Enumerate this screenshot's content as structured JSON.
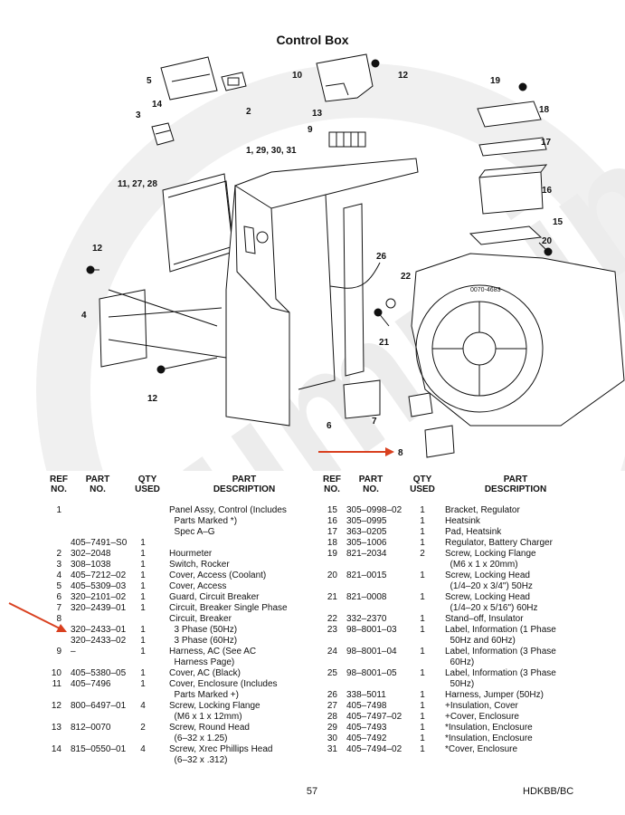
{
  "title": "Control Box",
  "diagram": {
    "callouts": [
      "5",
      "2",
      "3",
      "14",
      "10",
      "12",
      "13",
      "9",
      "1, 29, 30, 31",
      "11, 27, 28",
      "19",
      "18",
      "17",
      "16",
      "15",
      "20",
      "12",
      "4",
      "26",
      "22",
      "21",
      "12",
      "6",
      "7",
      "8"
    ],
    "engine_text": "0070-4683",
    "watermark": "Cummins"
  },
  "table": {
    "headers": {
      "ref": [
        "REF",
        "NO."
      ],
      "part": [
        "PART",
        "NO."
      ],
      "qty": [
        "QTY",
        "USED"
      ],
      "desc": [
        "PART",
        "DESCRIPTION"
      ]
    },
    "left_rows": [
      {
        "ref": "1",
        "part": "",
        "qty": "",
        "desc": [
          "Panel Assy, Control (Includes",
          "  Parts Marked *)"
        ]
      },
      {
        "ref": "",
        "part": "",
        "qty": "",
        "desc": [
          "  Spec A–G"
        ]
      },
      {
        "ref": "",
        "part": "405–7491–S0",
        "qty": "1",
        "desc": []
      },
      {
        "ref": "2",
        "part": "302–2048",
        "qty": "1",
        "desc": [
          "Hourmeter"
        ]
      },
      {
        "ref": "3",
        "part": "308–1038",
        "qty": "1",
        "desc": [
          "Switch, Rocker"
        ]
      },
      {
        "ref": "4",
        "part": "405–7212–02",
        "qty": "1",
        "desc": [
          "Cover, Access (Coolant)"
        ]
      },
      {
        "ref": "5",
        "part": "405–5309–03",
        "qty": "1",
        "desc": [
          "Cover, Access"
        ]
      },
      {
        "ref": "6",
        "part": "320–2101–02",
        "qty": "1",
        "desc": [
          "Guard, Circuit Breaker"
        ]
      },
      {
        "ref": "7",
        "part": "320–2439–01",
        "qty": "1",
        "desc": [
          "Circuit, Breaker Single Phase"
        ]
      },
      {
        "ref": "8",
        "part": "",
        "qty": "",
        "desc": [
          "Circuit, Breaker"
        ]
      },
      {
        "ref": "",
        "part": "320–2433–01",
        "qty": "1",
        "desc": [
          "  3 Phase (50Hz)"
        ]
      },
      {
        "ref": "",
        "part": "320–2433–02",
        "qty": "1",
        "desc": [
          "  3 Phase (60Hz)"
        ]
      },
      {
        "ref": "9",
        "part": "–",
        "qty": "1",
        "desc": [
          "Harness, AC (See AC",
          "  Harness Page)"
        ]
      },
      {
        "ref": "10",
        "part": "405–5380–05",
        "qty": "1",
        "desc": [
          "Cover, AC (Black)"
        ]
      },
      {
        "ref": "11",
        "part": "405–7496",
        "qty": "1",
        "desc": [
          "Cover, Enclosure (Includes",
          "  Parts Marked +)"
        ]
      },
      {
        "ref": "12",
        "part": "800–6497–01",
        "qty": "4",
        "desc": [
          "Screw, Locking Flange",
          "  (M6 x 1 x 12mm)"
        ]
      },
      {
        "ref": "13",
        "part": "812–0070",
        "qty": "2",
        "desc": [
          "Screw, Round Head",
          "  (6–32 x 1.25)"
        ]
      },
      {
        "ref": "14",
        "part": "815–0550–01",
        "qty": "4",
        "desc": [
          "Screw, Xrec Phillips Head",
          "  (6–32 x .312)"
        ]
      }
    ],
    "right_rows": [
      {
        "ref": "15",
        "part": "305–0998–02",
        "qty": "1",
        "desc": [
          "Bracket, Regulator"
        ]
      },
      {
        "ref": "16",
        "part": "305–0995",
        "qty": "1",
        "desc": [
          "Heatsink"
        ]
      },
      {
        "ref": "17",
        "part": "363–0205",
        "qty": "1",
        "desc": [
          "Pad, Heatsink"
        ]
      },
      {
        "ref": "18",
        "part": "305–1006",
        "qty": "1",
        "desc": [
          "Regulator, Battery Charger"
        ]
      },
      {
        "ref": "19",
        "part": "821–2034",
        "qty": "2",
        "desc": [
          "Screw, Locking Flange",
          "  (M6 x 1 x 20mm)"
        ]
      },
      {
        "ref": "20",
        "part": "821–0015",
        "qty": "1",
        "desc": [
          "Screw, Locking Head",
          "  (1/4–20 x 3/4\") 50Hz"
        ]
      },
      {
        "ref": "21",
        "part": "821–0008",
        "qty": "1",
        "desc": [
          "Screw, Locking Head",
          "  (1/4–20 x 5/16\") 60Hz"
        ]
      },
      {
        "ref": "22",
        "part": "332–2370",
        "qty": "1",
        "desc": [
          "Stand–off, Insulator"
        ]
      },
      {
        "ref": "23",
        "part": "98–8001–03",
        "qty": "1",
        "desc": [
          "Label, Information (1 Phase",
          "  50Hz and 60Hz)"
        ]
      },
      {
        "ref": "24",
        "part": "98–8001–04",
        "qty": "1",
        "desc": [
          "Label, Information (3 Phase",
          "  60Hz)"
        ]
      },
      {
        "ref": "25",
        "part": "98–8001–05",
        "qty": "1",
        "desc": [
          "Label, Information (3 Phase",
          "  50Hz)"
        ]
      },
      {
        "ref": "26",
        "part": "338–5011",
        "qty": "1",
        "desc": [
          "Harness, Jumper (50Hz)"
        ]
      },
      {
        "ref": "27",
        "part": "405–7498",
        "qty": "1",
        "desc": [
          "+Insulation, Cover"
        ]
      },
      {
        "ref": "28",
        "part": "405–7497–02",
        "qty": "1",
        "desc": [
          "+Cover, Enclosure"
        ]
      },
      {
        "ref": "29",
        "part": "405–7493",
        "qty": "1",
        "desc": [
          "*Insulation, Enclosure"
        ]
      },
      {
        "ref": "30",
        "part": "405–7492",
        "qty": "1",
        "desc": [
          "*Insulation, Enclosure"
        ]
      },
      {
        "ref": "31",
        "part": "405–7494–02",
        "qty": "1",
        "desc": [
          "*Cover, Enclosure"
        ]
      }
    ]
  },
  "footer": {
    "page_number": "57",
    "doc_code": "HDKBB/BC"
  },
  "colors": {
    "arrow": "#d9401f",
    "line": "#111111",
    "watermark": "#eeeeee"
  }
}
